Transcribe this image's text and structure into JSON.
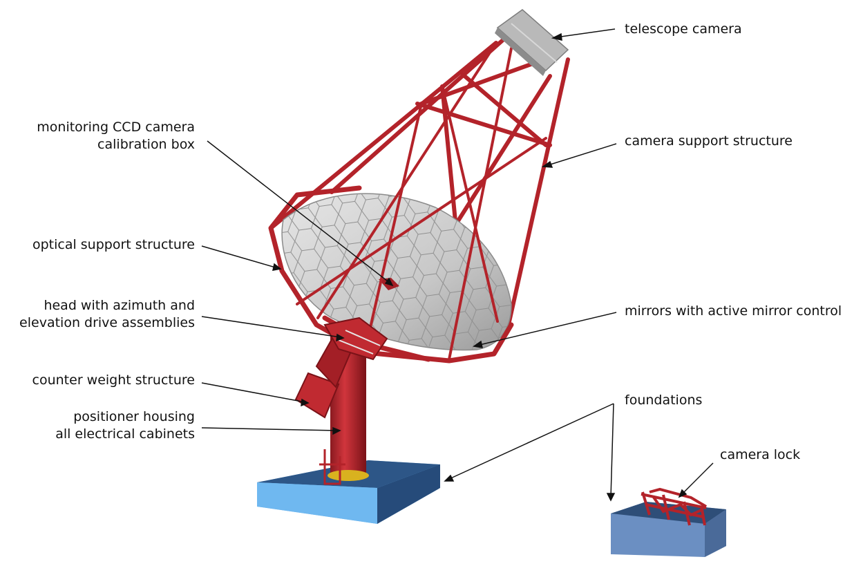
{
  "labels": {
    "telescope_camera": "telescope camera",
    "monitoring_ccd_line1": "monitoring CCD camera",
    "monitoring_ccd_line2": "calibration box",
    "camera_support": "camera support structure",
    "optical_support": "optical support structure",
    "head_line1": "head with azimuth and",
    "head_line2": "elevation drive assemblies",
    "mirrors": "mirrors with active mirror control",
    "counter_weight": "counter weight structure",
    "positioner_line1": "positioner housing",
    "positioner_line2": "all electrical cabinets",
    "foundations": "foundations",
    "camera_lock": "camera lock"
  },
  "colors": {
    "structure_red": "#b3232a",
    "structure_dark": "#7a1218",
    "mirror_light": "#e4e4e4",
    "mirror_dark": "#a9a9a9",
    "foundation_top": "#2d5687",
    "foundation_front": "#6fb8f0",
    "foundation_side": "#264b7a",
    "lock_block_top": "#2e4e78",
    "lock_block_front": "#6b8fc2",
    "camera_gray": "#b9b9b9"
  }
}
